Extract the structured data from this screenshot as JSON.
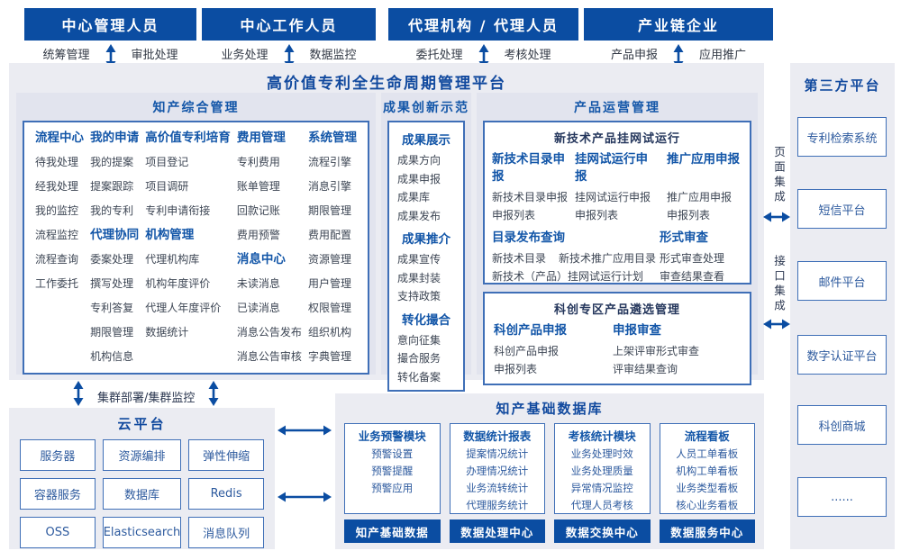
{
  "personas": [
    {
      "title": "中心管理人员",
      "labels": [
        "统筹管理",
        "审批处理"
      ]
    },
    {
      "title": "中心工作人员",
      "labels": [
        "业务处理",
        "数据监控"
      ]
    },
    {
      "title": "代理机构 / 代理人员",
      "labels": [
        "委托处理",
        "考核处理"
      ]
    },
    {
      "title": "产业链企业",
      "labels": [
        "产品申报",
        "应用推广"
      ]
    }
  ],
  "platform": {
    "title": "高价值专利全生命周期管理平台",
    "sections": [
      {
        "title": "知产综合管理",
        "columns": [
          {
            "groups": [
              {
                "header": "流程中心",
                "items": [
                  "待我处理",
                  "经我处理",
                  "我的监控",
                  "流程监控",
                  "流程查询",
                  "工作委托"
                ]
              }
            ]
          },
          {
            "groups": [
              {
                "header": "我的申请",
                "items": [
                  "我的提案",
                  "提案跟踪",
                  "我的专利"
                ]
              },
              {
                "header": "代理协同",
                "items": [
                  "委案处理",
                  "撰写处理",
                  "专利答复",
                  "期限管理",
                  "机构信息"
                ]
              }
            ]
          },
          {
            "groups": [
              {
                "header": "高价值专利培育",
                "items": [
                  "项目登记",
                  "项目调研",
                  "专利申请衔接"
                ]
              },
              {
                "header": "机构管理",
                "items": [
                  "代理机构库",
                  "机构年度评价",
                  "代理人年度评价",
                  "数据统计"
                ]
              }
            ]
          },
          {
            "groups": [
              {
                "header": "费用管理",
                "items": [
                  "专利费用",
                  "账单管理",
                  "回款记账",
                  "费用预警"
                ]
              },
              {
                "header": "消息中心",
                "items": [
                  "未读消息",
                  "已读消息",
                  "消息公告发布",
                  "消息公告审核"
                ]
              }
            ]
          },
          {
            "groups": [
              {
                "header": "系统管理",
                "items": [
                  "流程引擎",
                  "消息引擎",
                  "期限管理",
                  "费用配置",
                  "资源管理",
                  "用户管理",
                  "权限管理",
                  "组织机构",
                  "字典管理"
                ]
              }
            ]
          }
        ]
      },
      {
        "title": "成果创新示范",
        "groups": [
          {
            "header": "成果展示",
            "items": [
              "成果方向",
              "成果申报",
              "成果库",
              "成果发布"
            ]
          },
          {
            "header": "成果推介",
            "items": [
              "成果宣传",
              "成果封装",
              "支持政策"
            ]
          },
          {
            "header": "转化撮合",
            "items": [
              "意向征集",
              "撮合服务",
              "转化备案"
            ]
          }
        ]
      },
      {
        "title": "产品运营管理",
        "boxes": [
          {
            "title": "新技术产品挂网试运行",
            "columns": [
              {
                "header": "新技术目录申报",
                "items": [
                  "新技术目录申报",
                  "申报列表"
                ]
              },
              {
                "header": "挂网试运行申报",
                "items": [
                  "挂网试运行申报",
                  "申报列表"
                ]
              },
              {
                "header": "推广应用申报",
                "items": [
                  "推广应用申报",
                  "申报列表"
                ]
              }
            ],
            "bottom_left": {
              "header": "目录发布查询",
              "rows": [
                [
                  "新技术目录",
                  "新技术推广应用目录"
                ],
                [
                  "新技术（产品）挂网试运行计划"
                ]
              ]
            },
            "bottom_right": {
              "header": "形式审查",
              "items": [
                "形式审查处理",
                "审查结果查看"
              ]
            }
          },
          {
            "title": "科创专区产品遴选管理",
            "columns": [
              {
                "header": "科创产品申报",
                "items": [
                  "科创产品申报",
                  "申报列表"
                ]
              },
              {
                "header": "申报审查",
                "items": [
                  "上架评审形式审查",
                  "评审结果查询"
                ]
              }
            ]
          }
        ]
      }
    ]
  },
  "third_party": {
    "title": "第三方平台",
    "items": [
      "专利检索系统",
      "短信平台",
      "邮件平台",
      "数字认证平台",
      "科创商城",
      "......"
    ],
    "connectors": [
      "页面集成",
      "接口集成"
    ]
  },
  "cluster_label": "集群部署/集群监控",
  "cloud": {
    "title": "云平台",
    "items": [
      "服务器",
      "资源编排",
      "弹性伸缩",
      "容器服务",
      "数据库",
      "Redis",
      "OSS",
      "Elasticsearch",
      "消息队列"
    ]
  },
  "database": {
    "title": "知产基础数据库",
    "modules": [
      {
        "header": "业务预警模块",
        "items": [
          "预警设置",
          "预警提醒",
          "预警应用"
        ],
        "footer": "知产基础数据"
      },
      {
        "header": "数据统计报表",
        "items": [
          "提案情况统计",
          "办理情况统计",
          "业务流转统计",
          "代理服务统计"
        ],
        "footer": "数据处理中心"
      },
      {
        "header": "考核统计模块",
        "items": [
          "业务处理时效",
          "业务处理质量",
          "异常情况监控",
          "代理人员考核"
        ],
        "footer": "数据交换中心"
      },
      {
        "header": "流程看板",
        "items": [
          "人员工单看板",
          "机构工单看板",
          "业务类型看板",
          "核心业务看板"
        ],
        "footer": "数据服务中心"
      }
    ]
  },
  "colors": {
    "primary": "#0b4da2",
    "panel_bg": "#ebecf2",
    "section_bg": "#e2e4ee",
    "box_border": "#3f6fb7",
    "title_blue": "#11499e",
    "header_blue": "#1356a8",
    "item_gray": "#3d4654",
    "item_blue": "#2d5a9e",
    "navy": "#24365c"
  }
}
